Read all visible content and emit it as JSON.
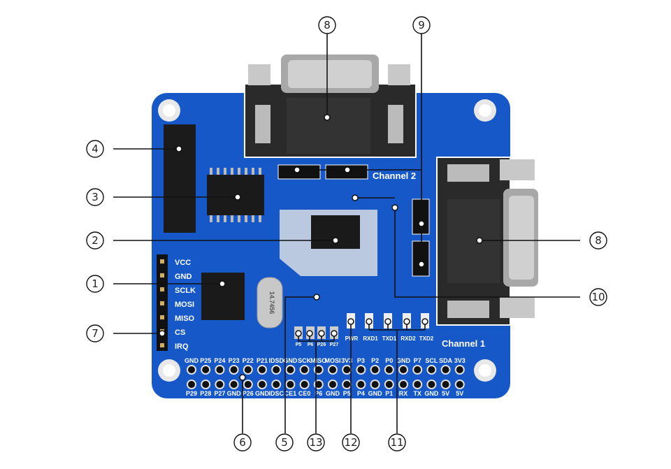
{
  "board": {
    "spi_labels": [
      "VCC",
      "GND",
      "SCLK",
      "MOSI",
      "MISO",
      "CS",
      "IRQ"
    ],
    "channel2_label": "Channel 2",
    "channel1_label": "Channel 1",
    "crystal_label": "14.7456",
    "led_labels": [
      "PWR",
      "RXD1",
      "TXD1",
      "RXD2",
      "TXD2"
    ],
    "jumper_labels": [
      "P5",
      "P6",
      "P26",
      "P27"
    ],
    "header_top": [
      "GND",
      "P25",
      "P24",
      "P23",
      "P22",
      "P21",
      "IDSD",
      "GND",
      "SCK",
      "MISO",
      "MOSI",
      "3V3",
      "P3",
      "P2",
      "P0",
      "GND",
      "P7",
      "SCL",
      "SDA",
      "3V3"
    ],
    "header_bottom": [
      "P29",
      "P28",
      "P27",
      "GND",
      "P26",
      "GND",
      "IDSC",
      "CE1",
      "CE0",
      "P6",
      "GND",
      "P5",
      "P4",
      "GND",
      "P1",
      "RX",
      "TX",
      "GND",
      "5V",
      "5V"
    ]
  },
  "callouts": {
    "c1": "1",
    "c2": "2",
    "c3": "3",
    "c4": "4",
    "c5": "5",
    "c6": "6",
    "c7": "7",
    "c8a": "8",
    "c8b": "8",
    "c9": "9",
    "c10": "10",
    "c11": "11",
    "c12": "12",
    "c13": "13"
  },
  "colors": {
    "pcb": "#1658c8",
    "silk": "#ffffff",
    "chip": "#1a1a1a",
    "metal": "#b8b8b8"
  }
}
